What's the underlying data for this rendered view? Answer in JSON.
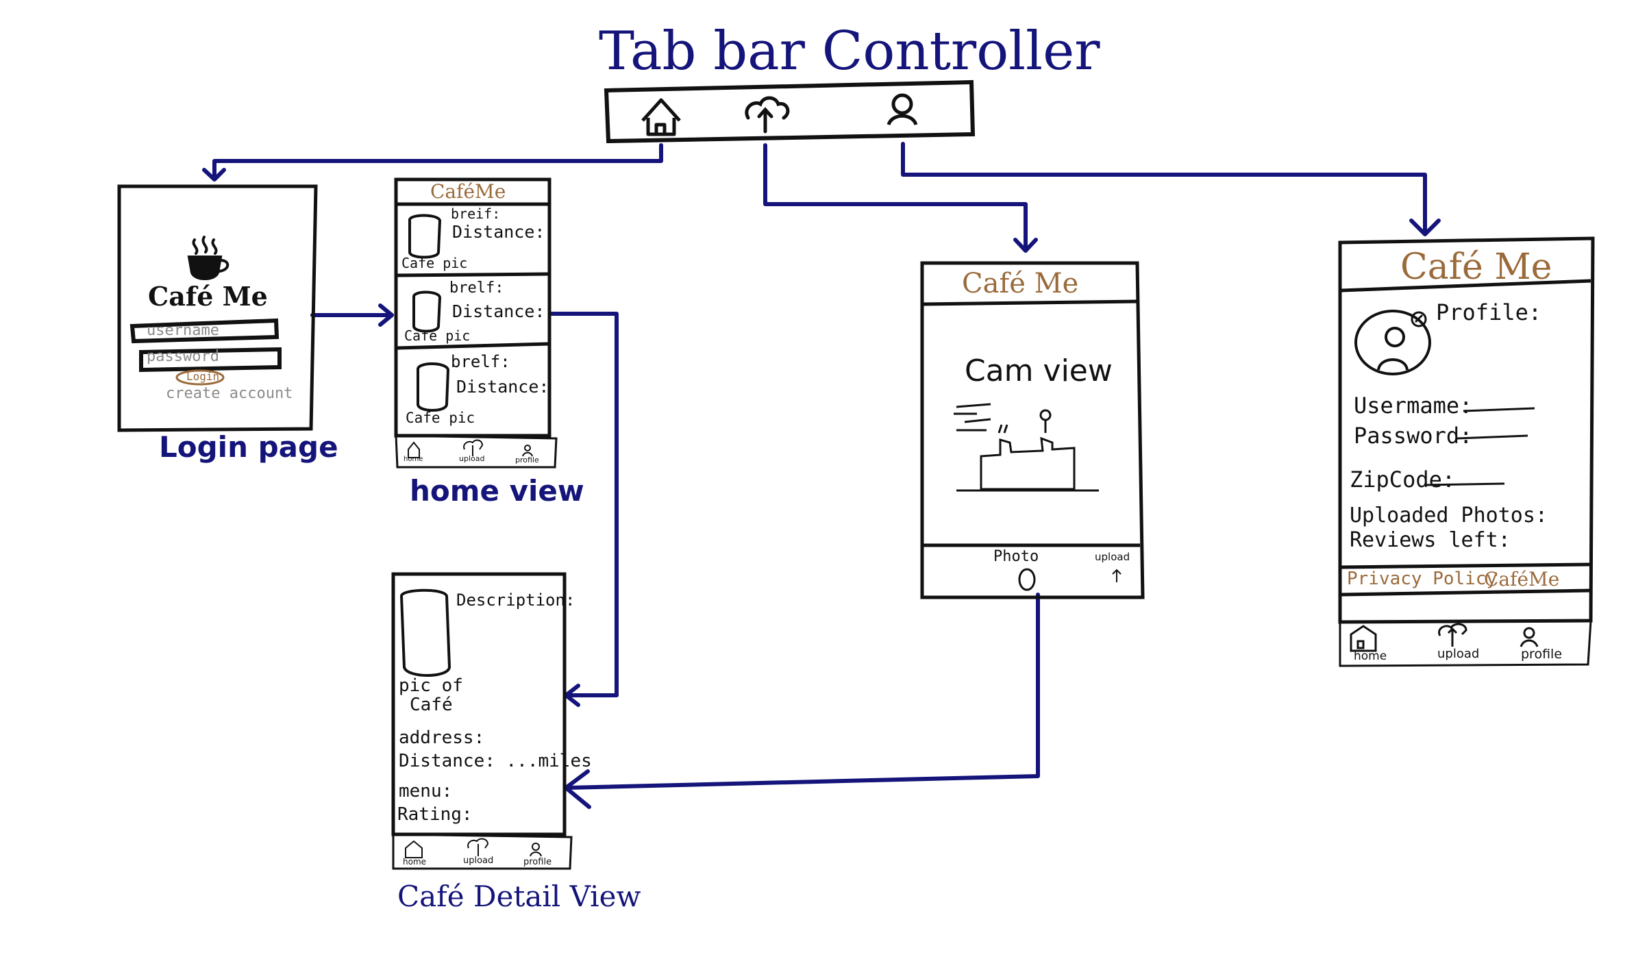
{
  "tab_bar_controller": {
    "title": "Tab bar Controller",
    "icons": [
      "home-icon",
      "upload-icon",
      "profile-icon"
    ]
  },
  "login_page": {
    "caption": "Login page",
    "logo": "Café Me",
    "username_placeholder": "username",
    "password_placeholder": "password",
    "login_button": "Login",
    "create_account": "create account"
  },
  "home_view": {
    "caption": "home view",
    "header": "CaféMe",
    "cards": [
      {
        "brief": "breif:",
        "distance": "Distance:",
        "pic": "Cafe pic"
      },
      {
        "brief": "brelf:",
        "distance": "Distance:",
        "pic": "Cafe pic"
      },
      {
        "brief": "brelf:",
        "distance": "Distance:",
        "pic": "Cafe pic"
      }
    ]
  },
  "tabs": {
    "home": "home",
    "upload": "upload",
    "profile": "profile"
  },
  "cafe_detail_view": {
    "caption": "Café Detail View",
    "pic_line1": "pic of",
    "pic_line2": "Café",
    "description": "Description:",
    "address": "address:",
    "distance": "Distance: ...miles",
    "menu": "menu:",
    "rating": "Rating:"
  },
  "cam_view": {
    "header": "Café Me",
    "label": "Cam view",
    "photo": "Photo",
    "upload": "upload"
  },
  "profile_view": {
    "header": "Café Me",
    "profile": "Profile:",
    "username": "Usermame:",
    "password": "Password:",
    "zipcode": "ZipCode:",
    "uploaded": "Uploaded Photos:",
    "reviews": "Reviews left:",
    "privacy": "Privacy Policy",
    "footer_brand": "CaféMe"
  },
  "colors": {
    "arrow": "#14147a",
    "brand": "#9a6a3a",
    "ink": "#111111",
    "placeholder": "#8a8a8a"
  }
}
